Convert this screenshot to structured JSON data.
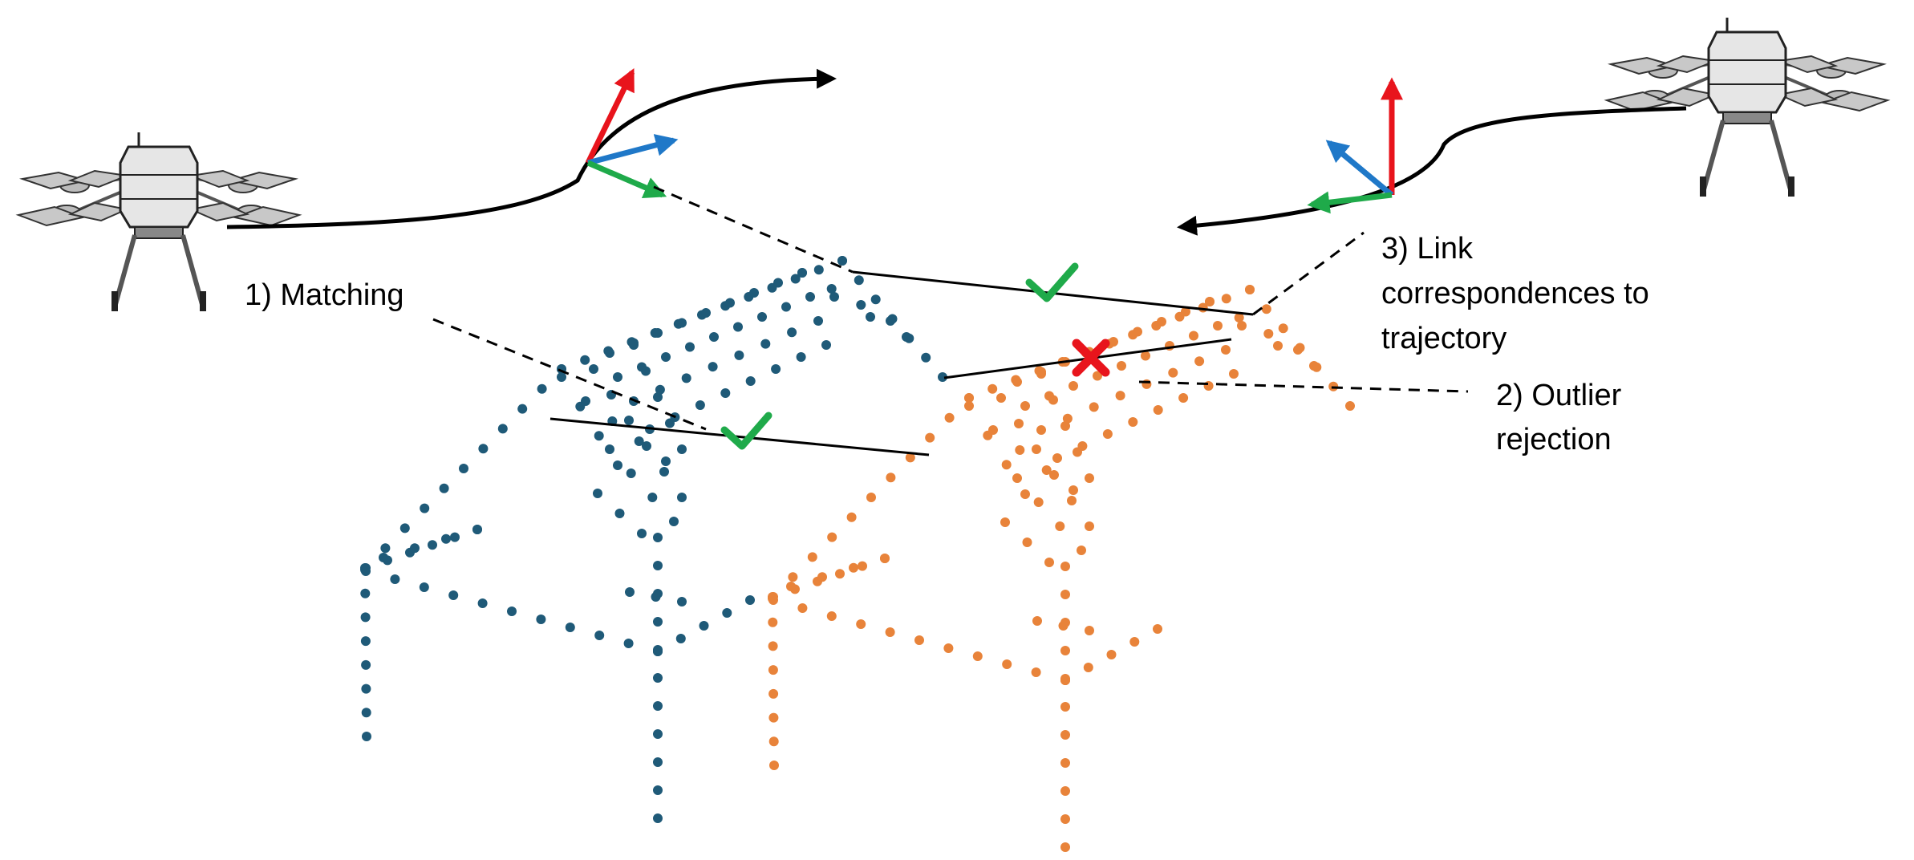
{
  "labels": {
    "matching": "1) Matching",
    "outlier_line1": "2) Outlier",
    "outlier_line2": "rejection",
    "link_line1": "3) Link",
    "link_line2": "correspondences to",
    "link_line3": "trajectory"
  },
  "icons": {
    "drone": "drone-icon",
    "check": "check-mark-icon",
    "cross": "cross-mark-icon"
  },
  "colors": {
    "cloud_a": "#1f5a78",
    "cloud_b": "#e8833a",
    "axis_x": "#e8141c",
    "axis_y": "#1f78c8",
    "axis_z": "#1faa4a",
    "check": "#1faa4a",
    "cross": "#e8141c",
    "line": "#000000"
  }
}
